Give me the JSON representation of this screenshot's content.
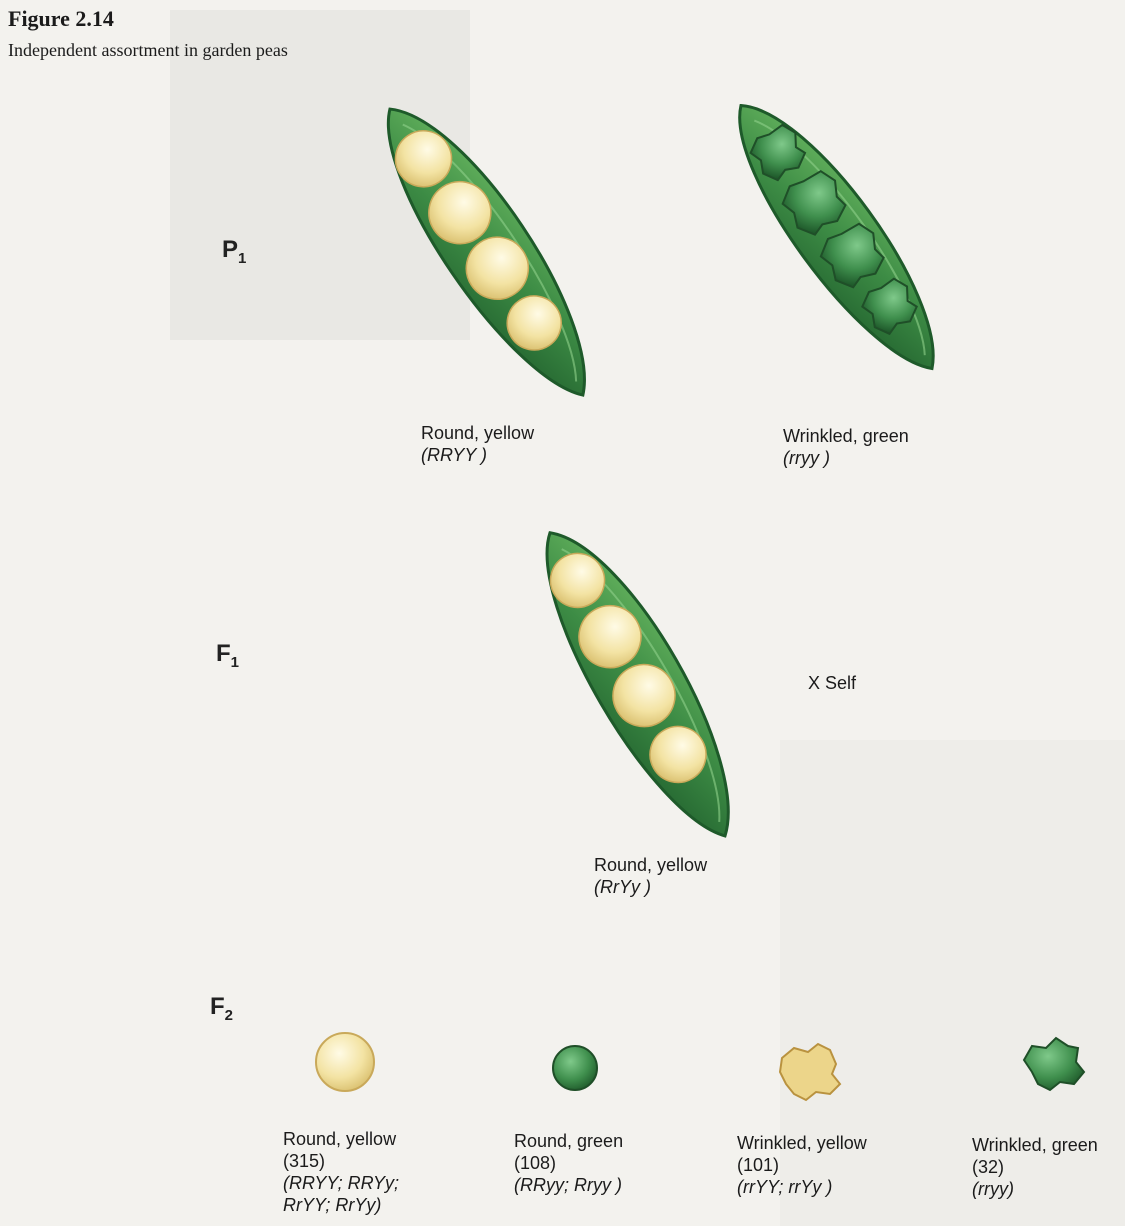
{
  "figure": {
    "title": "Figure 2.14",
    "subtitle": "Independent assortment in garden peas"
  },
  "generations": {
    "p1": {
      "letter": "P",
      "sub": "1"
    },
    "f1": {
      "letter": "F",
      "sub": "1"
    },
    "f2": {
      "letter": "F",
      "sub": "2"
    }
  },
  "cross_label": "X Self",
  "p1_pods": [
    {
      "phenotype": "Round, yellow",
      "genotype": "(RRYY )",
      "seeds": "round-yellow"
    },
    {
      "phenotype": "Wrinkled, green",
      "genotype": "(rryy )",
      "seeds": "wrinkled-green"
    }
  ],
  "f1_pod": {
    "phenotype": "Round, yellow",
    "genotype": "(RrYy )",
    "seeds": "round-yellow"
  },
  "f2_classes": [
    {
      "phenotype": "Round, yellow",
      "count": "(315)",
      "genotype_line1": "(RRYY; RRYy;",
      "genotype_line2": "RrYY; RrYy)"
    },
    {
      "phenotype": "Round, green",
      "count": "(108)",
      "genotype_line1": "(RRyy; Rryy )",
      "genotype_line2": ""
    },
    {
      "phenotype": "Wrinkled, yellow",
      "count": "(101)",
      "genotype_line1": "(rrYY; rrYy )",
      "genotype_line2": ""
    },
    {
      "phenotype": "Wrinkled, green",
      "count": "(32)",
      "genotype_line1": "(rryy)",
      "genotype_line2": ""
    }
  ],
  "colors": {
    "pod_dark": "#2f7a3b",
    "pod_light": "#5fae5a",
    "seed_yellow": "#f1e4a6",
    "seed_green": "#3f8f4d"
  }
}
